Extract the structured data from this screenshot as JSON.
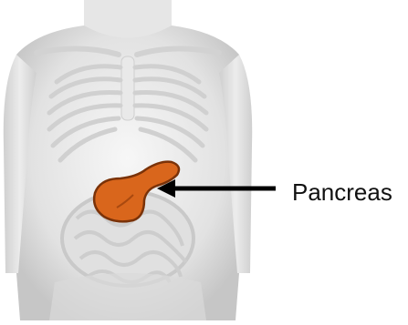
{
  "diagram": {
    "organ_label": "Pancreas",
    "colors": {
      "organ_fill": "#d9661c",
      "organ_stroke": "#7a3208",
      "arrow": "#000000",
      "body_light": "#f4f4f4",
      "body_mid": "#dedede",
      "body_dark": "#bdbdbd"
    },
    "icons": [
      "torso-figure",
      "pancreas-organ",
      "pointer-arrow"
    ]
  }
}
